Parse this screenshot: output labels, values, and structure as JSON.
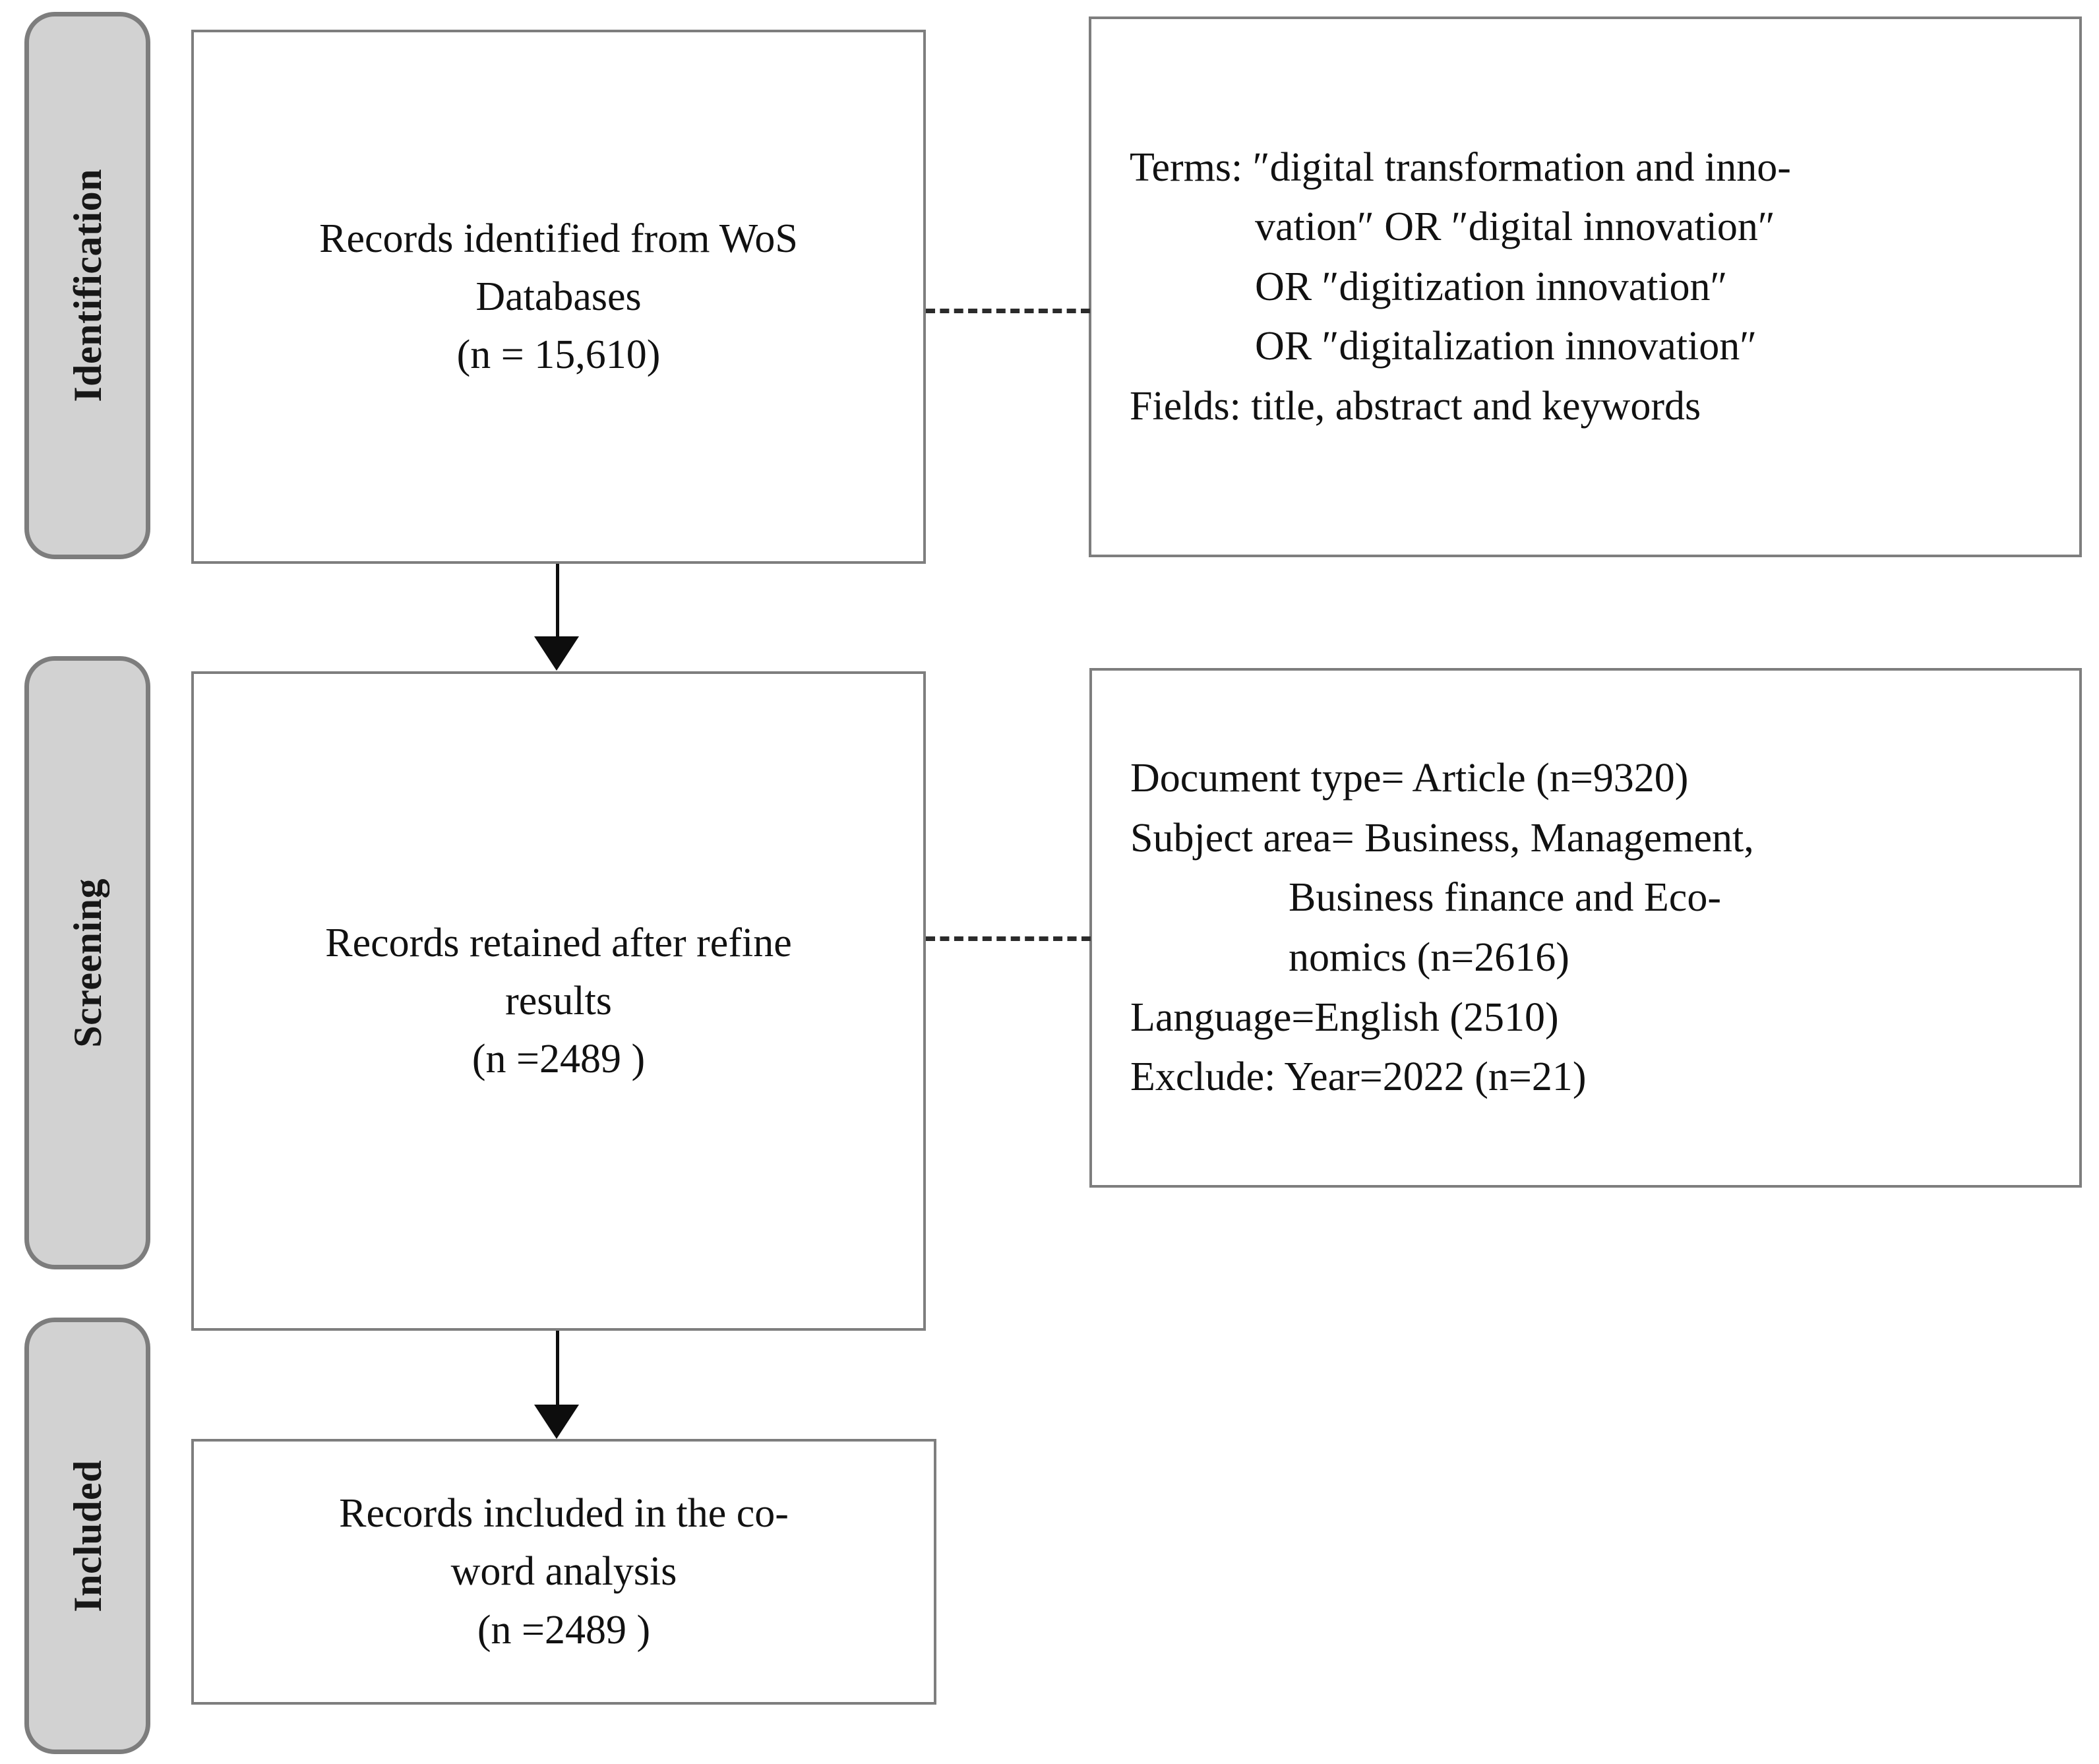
{
  "diagram": {
    "title": "PRISMA record selection flow",
    "colors": {
      "stage_tab_fill": "#d2d2d2",
      "stage_tab_border": "#7d7d7d",
      "box_border": "#7e7e7e",
      "box_fill": "#ffffff",
      "connector": "#0d0d0d",
      "text": "#111111"
    }
  },
  "stages": [
    {
      "id": "identification",
      "label": "Identification"
    },
    {
      "id": "screening",
      "label": "Screening"
    },
    {
      "id": "included",
      "label": "Included"
    }
  ],
  "boxes": {
    "identification_records": {
      "lines": [
        "Records identified from WoS",
        "Databases",
        "(n = 15,610)"
      ]
    },
    "search_terms": {
      "lines": [
        "Terms: ″digital transformation and inno-",
        "vation″ OR ″digital innovation″",
        "OR ″digitization innovation″",
        "OR ″digitalization innovation″",
        "Fields: title, abstract and keywords"
      ]
    },
    "screening_records": {
      "lines": [
        "Records retained after refine",
        "results",
        "(n =2489 )"
      ]
    },
    "refine_criteria": {
      "lines": [
        "Document type= Article (n=9320)",
        "Subject area= Business, Management,",
        "Business finance and Eco-",
        "nomics (n=2616)",
        "Language=English (2510)",
        "Exclude: Year=2022 (n=21)"
      ]
    },
    "included_records": {
      "lines": [
        "Records included in the co-",
        "word analysis",
        "(n =2489 )"
      ]
    }
  },
  "connectors": [
    {
      "id": "identification-to-screening",
      "type": "arrow-down"
    },
    {
      "id": "screening-to-included",
      "type": "arrow-down"
    },
    {
      "id": "identification-to-terms",
      "type": "dashed"
    },
    {
      "id": "screening-to-criteria",
      "type": "dashed"
    }
  ]
}
